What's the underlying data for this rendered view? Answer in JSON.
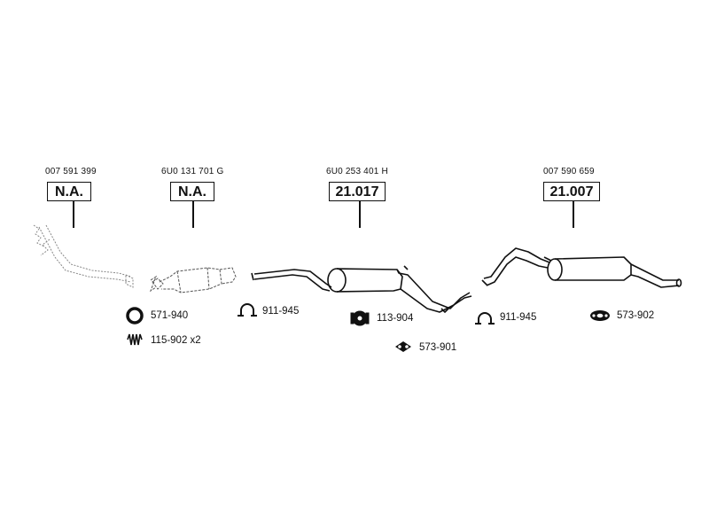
{
  "sections": [
    {
      "part_number": "007 591 399",
      "code": "N.A."
    },
    {
      "part_number": "6U0 131 701 G",
      "code": "N.A."
    },
    {
      "part_number": "6U0 253 401 H",
      "code": "21.017"
    },
    {
      "part_number": "007 590 659",
      "code": "21.007"
    }
  ],
  "accessories": [
    {
      "label": "571-940",
      "icon": "ring-gasket-icon"
    },
    {
      "label": "115-902 x2",
      "icon": "spring-icon"
    },
    {
      "label": "911-945",
      "icon": "clamp-icon"
    },
    {
      "label": "113-904",
      "icon": "rubber-mount-icon"
    },
    {
      "label": "573-901",
      "icon": "flange-gasket-icon"
    },
    {
      "label": "911-945",
      "icon": "clamp-icon"
    },
    {
      "label": "573-902",
      "icon": "oval-gasket-icon"
    }
  ]
}
